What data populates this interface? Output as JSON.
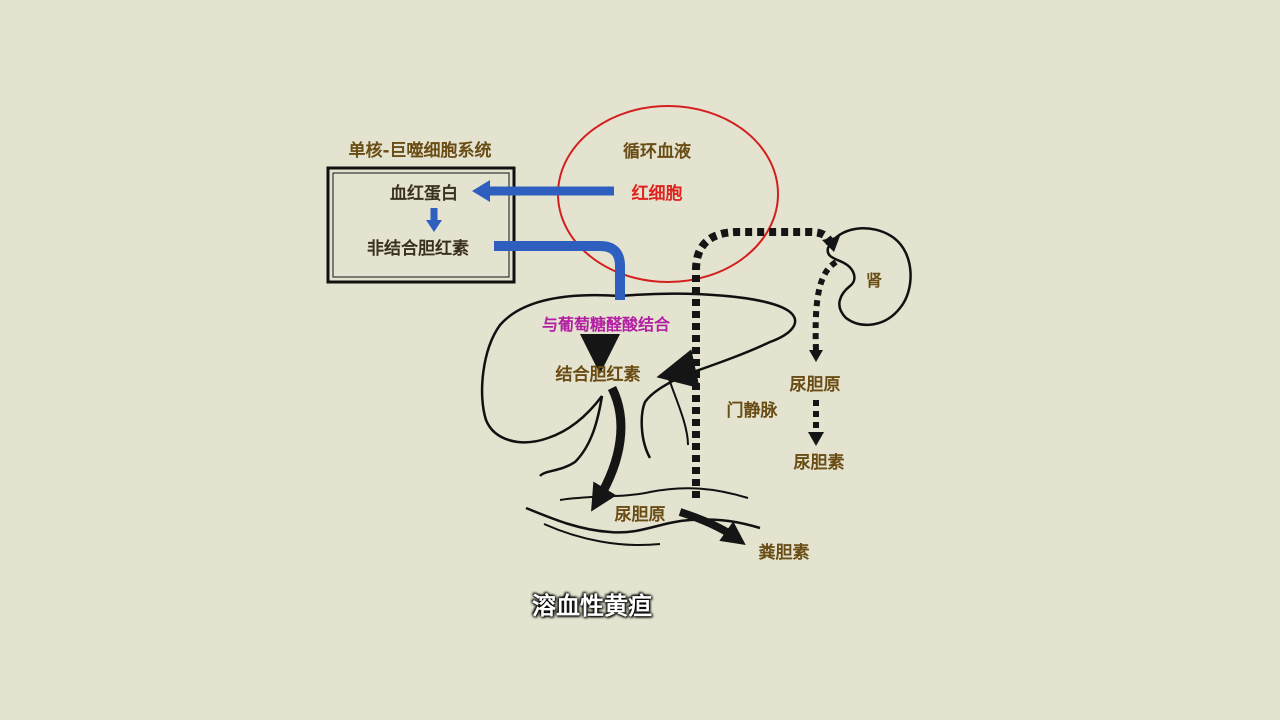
{
  "labels": {
    "mps_system": "单核-巨噬细胞系统",
    "hemoglobin": "血红蛋白",
    "unconjugated_bilirubin": "非结合胆红素",
    "circulating_blood": "循环血液",
    "red_blood_cell": "红细胞",
    "glucuronic_conjugation": "与葡萄糖醛酸结合",
    "conjugated_bilirubin": "结合胆红素",
    "portal_vein": "门静脉",
    "kidney": "肾",
    "urobilinogen_kidney": "尿胆原",
    "urobilin": "尿胆素",
    "urobilinogen_intestine": "尿胆原",
    "stercobilin": "粪胆素",
    "caption": "溶血性黄疸"
  },
  "colors": {
    "background": "#e3e3cf",
    "blue_arrow": "#2e5fbe",
    "red_circle": "#d41f1f",
    "outline": "#101010",
    "label_brown": "#6a4c15",
    "label_red": "#e0231e",
    "label_purple": "#b31fa3"
  }
}
